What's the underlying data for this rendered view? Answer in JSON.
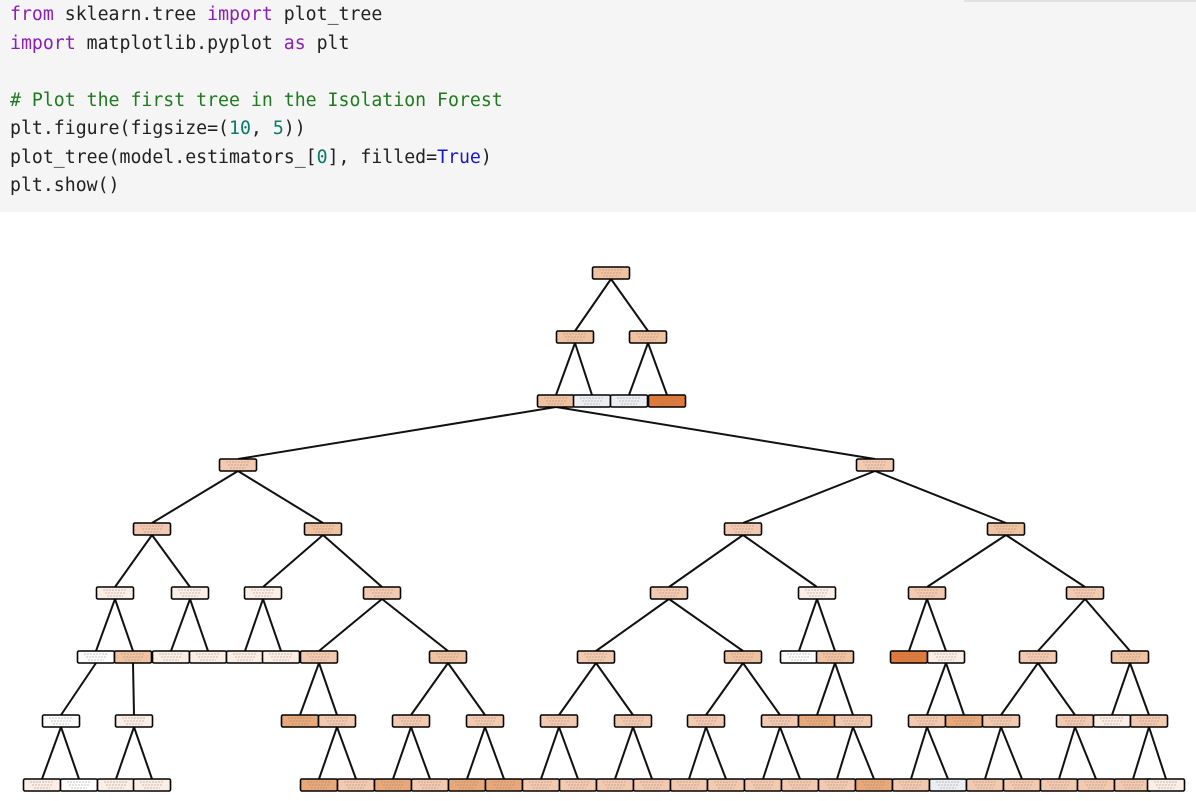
{
  "cell": {
    "line1": {
      "k1": "from",
      "t1": " sklearn.tree ",
      "k2": "import",
      "t2": " plot_tree"
    },
    "line2": {
      "k1": "import",
      "t1": " matplotlib.pyplot ",
      "k2": "as",
      "t2": " plt"
    },
    "line4": {
      "comment": "# Plot the first tree in the Isolation Forest"
    },
    "line5": {
      "t1": "plt.figure(figsize=(",
      "n1": "10",
      "t2": ", ",
      "n2": "5",
      "t3": "))"
    },
    "line6": {
      "t1": "plot_tree(model.estimators_[",
      "n1": "0",
      "t2": "], filled=",
      "b1": "True",
      "t3": ")"
    },
    "line7": {
      "t1": "plt.show()"
    }
  },
  "colors": {
    "cell_background": "#f5f5f5",
    "keyword": "#8a1fb4",
    "comment": "#1e7a1e",
    "number": "#0a7a6a",
    "builtin": "#1717c8",
    "edge": "#111111",
    "node_border": "#000000"
  },
  "tree_plot": {
    "type": "decision-tree",
    "filled": true,
    "node_fills": [
      "#f1c2a0",
      "#f6d8c3",
      "#ebeff4",
      "#e07a3a",
      "#f3cab0",
      "#fbeee5",
      "#ffffff",
      "#e9a87a"
    ]
  }
}
